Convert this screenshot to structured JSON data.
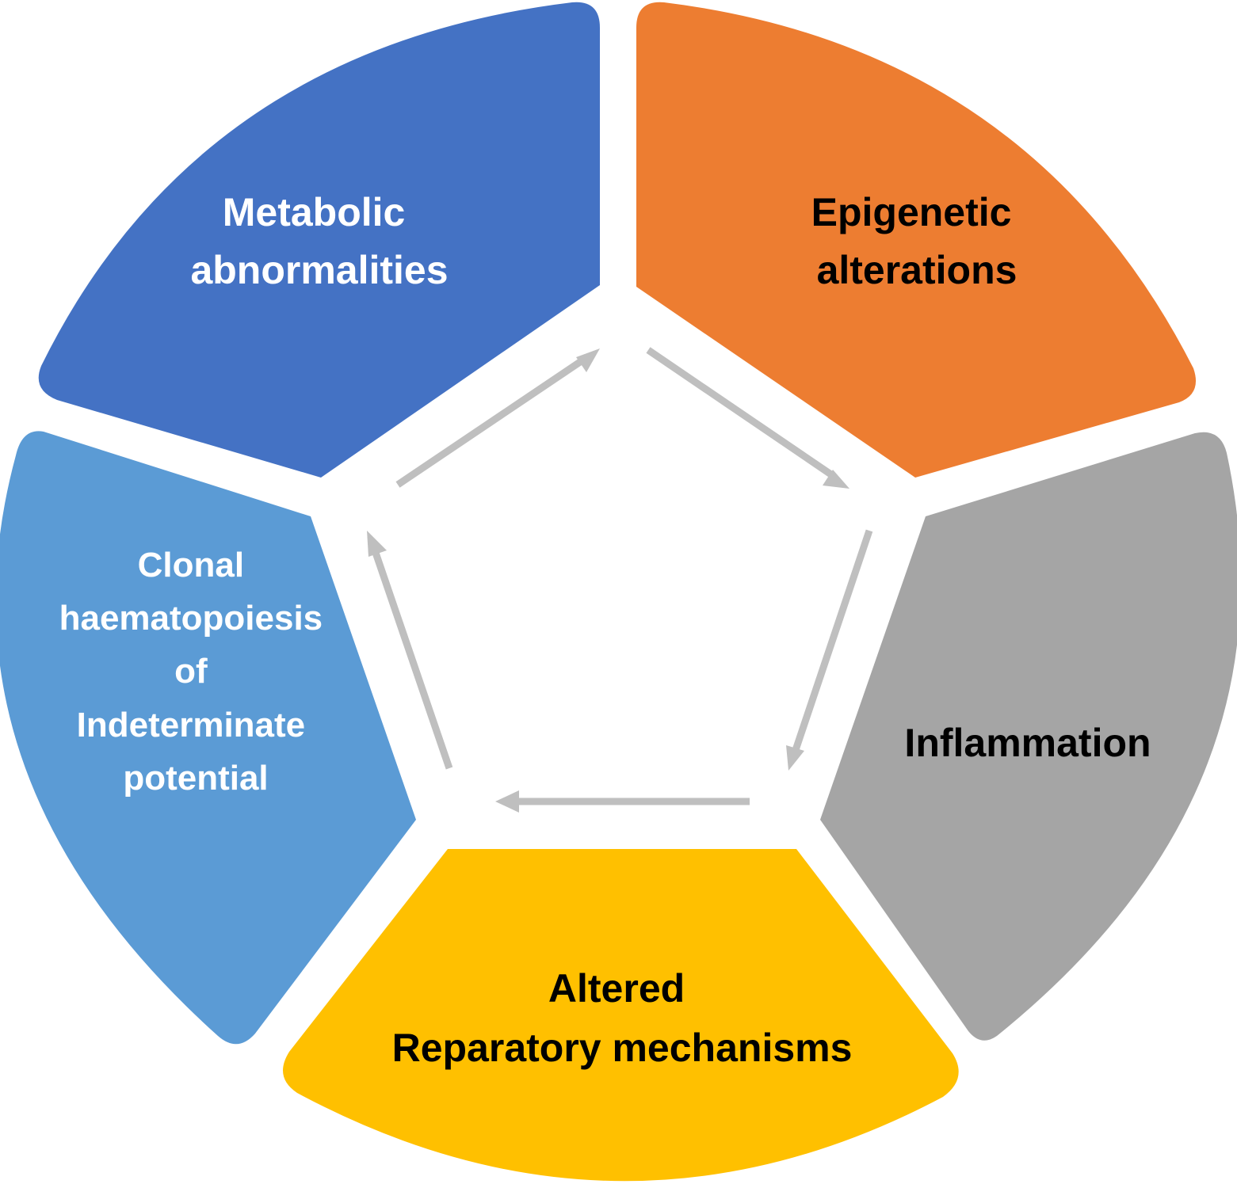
{
  "diagram": {
    "type": "cycle",
    "direction": "clockwise",
    "segments": [
      {
        "id": "metabolic",
        "lines": [
          "Metabolic",
          "abnormalities"
        ],
        "fill": "#4472c4",
        "text_color": "#ffffff"
      },
      {
        "id": "epigenetic",
        "lines": [
          "Epigenetic",
          "alterations"
        ],
        "fill": "#ed7d31",
        "text_color": "#000000"
      },
      {
        "id": "inflammation",
        "lines": [
          "Inflammation"
        ],
        "fill": "#a5a5a5",
        "text_color": "#000000"
      },
      {
        "id": "reparatory",
        "lines": [
          "Altered",
          "Reparatory mechanisms"
        ],
        "fill": "#ffc000",
        "text_color": "#000000"
      },
      {
        "id": "chip",
        "lines": [
          "Clonal",
          "haematopoiesis",
          "of",
          "Indeterminate",
          "potential"
        ],
        "fill": "#5b9bd5",
        "text_color": "#ffffff"
      }
    ],
    "arrows": [
      {
        "from": "chip",
        "to": "metabolic"
      },
      {
        "from": "metabolic",
        "to": "epigenetic"
      },
      {
        "from": "epigenetic",
        "to": "inflammation"
      },
      {
        "from": "inflammation",
        "to": "reparatory"
      },
      {
        "from": "reparatory",
        "to": "chip"
      }
    ],
    "arrow_color": "#bfbfbf"
  }
}
